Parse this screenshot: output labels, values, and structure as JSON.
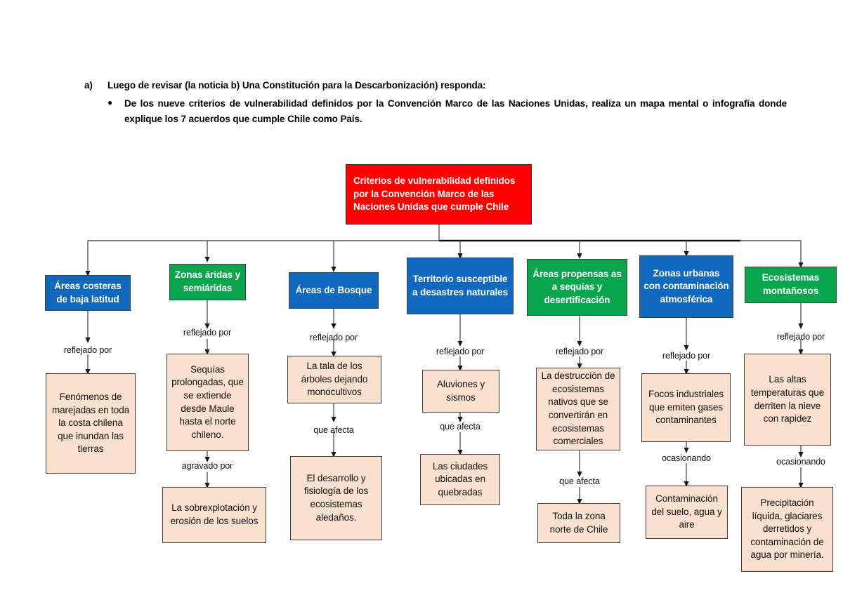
{
  "prompt": {
    "item_marker": "a)",
    "item_text": "Luego de revisar (la noticia b) Una Constitución para la Descarbonización) responda:",
    "bullet_glyph": "●",
    "bullet_text": "De los nueve criterios de vulnerabilidad definidos por la Convención Marco de las Naciones Unidas, realiza un mapa mental o infografía donde explique los 7 acuerdos que cumple Chile como País."
  },
  "colors": {
    "root": "#FF0000",
    "blue": "#1069BE",
    "green": "#0AA64E",
    "peach": "#FAE0CE",
    "stroke": "#3f3f3f",
    "wire": "#555555"
  },
  "diagram": {
    "type": "mind-map",
    "root": {
      "label": "Criterios de vulnerabilidad definidos por la Convención Marco de las Naciones Unidas que cumple Chile",
      "color": "#FF0000"
    },
    "branches": [
      {
        "id": "areas-costeras",
        "title": "Áreas costeras de baja latitud",
        "color": "#1069BE",
        "chain": [
          {
            "connector": "reflejado por",
            "text": "Fenómenos de marejadas en toda la costa chilena que inundan las tierras"
          }
        ]
      },
      {
        "id": "zonas-aridas",
        "title": "Zonas áridas y semiáridas",
        "color": "#0AA64E",
        "chain": [
          {
            "connector": "reflejado por",
            "text": "Sequías prolongadas, que se extiende desde Maule hasta el norte chileno."
          },
          {
            "connector": "agravado por",
            "text": "La sobrexplotación y erosión de los suelos"
          }
        ]
      },
      {
        "id": "areas-bosque",
        "title": "Áreas de Bosque",
        "color": "#1069BE",
        "chain": [
          {
            "connector": "reflejado por",
            "text": "La tala de los árboles dejando monocultivos"
          },
          {
            "connector": "que afecta",
            "text": "El desarrollo y fisiología de los ecosistemas aledaños."
          }
        ]
      },
      {
        "id": "territorio-desastres",
        "title": "Territorio susceptible a desastres naturales",
        "color": "#1069BE",
        "chain": [
          {
            "connector": "reflejado por",
            "text": "Aluviones y sismos"
          },
          {
            "connector": "que afecta",
            "text": "Las ciudades ubicadas en quebradas"
          }
        ]
      },
      {
        "id": "areas-sequias",
        "title": "Áreas propensas as a sequías y desertificación",
        "color": "#0AA64E",
        "chain": [
          {
            "connector": "reflejado por",
            "text": "La destrucción de ecosistemas nativos que se convertirán en ecosistemas comerciales"
          },
          {
            "connector": "que afecta",
            "text": "Toda la zona norte de Chile"
          }
        ]
      },
      {
        "id": "zonas-urbanas",
        "title": "Zonas urbanas con contaminación atmosférica",
        "color": "#1069BE",
        "chain": [
          {
            "connector": "reflejado por",
            "text": "Focos industriales que emiten gases contaminantes"
          },
          {
            "connector": "ocasionando",
            "text": "Contaminación del suelo, agua y aire"
          }
        ]
      },
      {
        "id": "ecosistemas-montanosos",
        "title": "Ecosistemas montañosos",
        "color": "#0AA64E",
        "chain": [
          {
            "connector": "reflejado por",
            "text": "Las altas temperaturas que derriten la nieve con rapidez"
          },
          {
            "connector": "ocasionando",
            "text": "Precipitación líquida, glaciares derretidos y contaminación de agua por minería."
          }
        ]
      }
    ]
  }
}
